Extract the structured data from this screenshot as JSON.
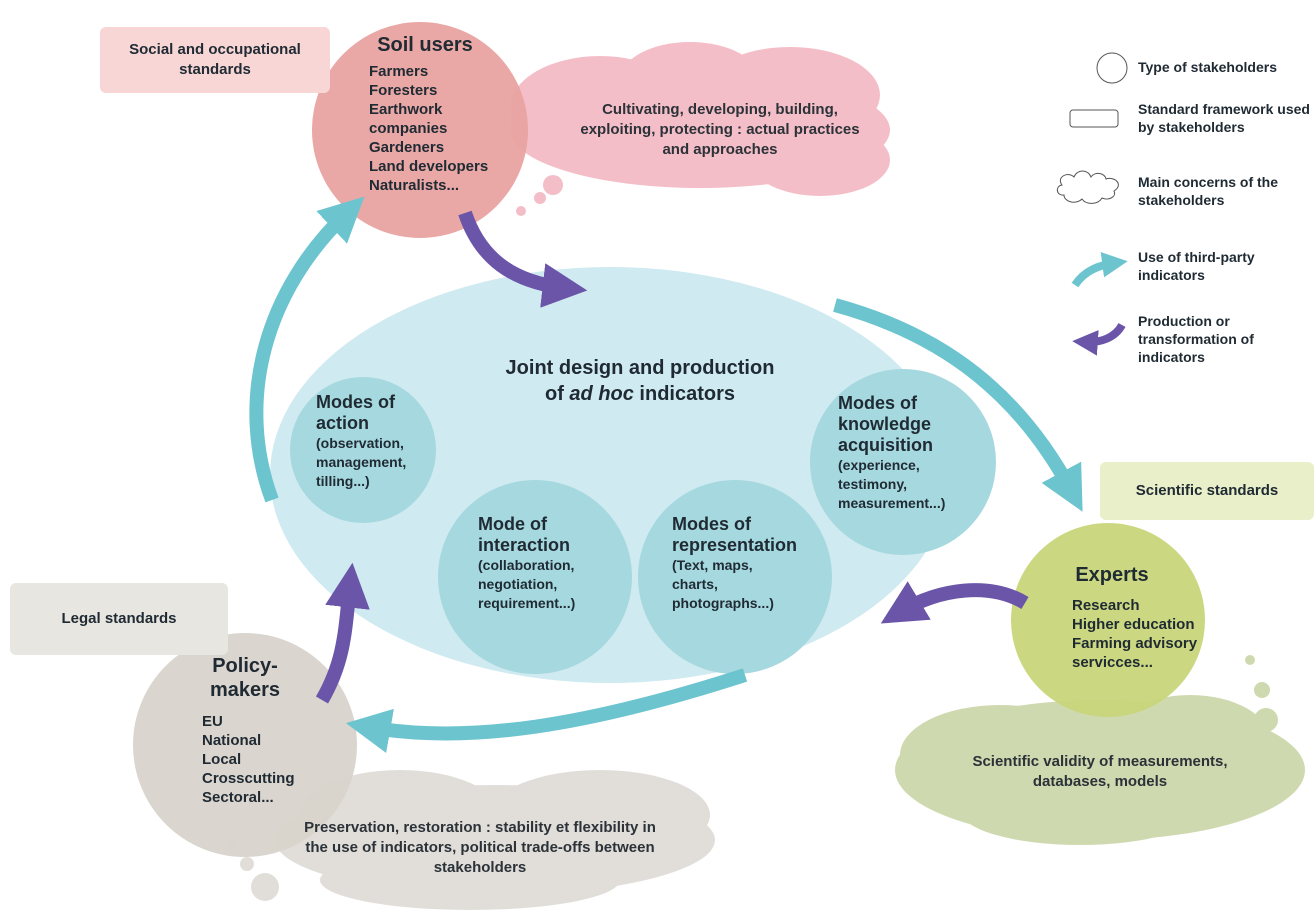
{
  "soil_users": {
    "title": "Soil users",
    "items": [
      "Farmers",
      "Foresters",
      "Earthwork",
      "companies",
      "Gardeners",
      "Land developers",
      "Naturalists..."
    ]
  },
  "social_standards": {
    "label": "Social and occupational standards"
  },
  "soil_users_concern": {
    "text": "Cultivating, developing, building, exploiting, protecting : actual practices and approaches"
  },
  "center": {
    "title_line1": "Joint design and production",
    "title_of": "of ",
    "title_italic": "ad hoc",
    "title_end": " indicators"
  },
  "modes": {
    "action": {
      "title": "Modes of action",
      "desc": "(observation, management, tilling...)"
    },
    "interaction": {
      "title": "Mode of interaction",
      "desc": "(collaboration, negotiation, requirement...)"
    },
    "representation": {
      "title": "Modes of representation",
      "desc": "(Text, maps, charts, photographs...)"
    },
    "knowledge": {
      "title": "Modes of knowledge acquisition",
      "desc": "(experience, testimony, measurement...)"
    }
  },
  "experts": {
    "title": "Experts",
    "items": [
      "Research",
      "Higher education",
      "Farming advisory",
      "servicces..."
    ]
  },
  "scientific_standards": {
    "label": "Scientific standards"
  },
  "experts_concern": {
    "text": "Scientific validity of measurements, databases, models"
  },
  "policy": {
    "title_line1": "Policy-",
    "title_line2": "makers",
    "items": [
      "EU",
      "National",
      "Local",
      "Crosscutting",
      "Sectoral..."
    ]
  },
  "legal_standards": {
    "label": "Legal standards"
  },
  "policy_concern": {
    "text": "Preservation, restoration : stability et flexibility in the use of indicators, political trade-offs between stakeholders"
  },
  "legend": {
    "stakeholders": "Type of stakeholders",
    "framework": "Standard framework used by stakeholders",
    "concerns": "Main concerns of the stakeholders",
    "third_party": "Use of third-party indicators",
    "production": "Production or transformation of indicators"
  },
  "colors": {
    "soil_users_fill": "#e8a3a1",
    "social_box": "#f8d6d6",
    "soil_cloud": "#f3b3bf",
    "center_ellipse": "#cfeaf0",
    "mode_circle": "#a6d8df",
    "experts_fill": "#c8d67a",
    "scientific_box": "#e9efc9",
    "experts_cloud": "#c7d3a2",
    "policy_fill": "#d8d3cb",
    "legal_box": "#e8e6e1",
    "policy_cloud": "#dedbd6",
    "teal_arrow": "#6cc4cf",
    "purple_arrow": "#6a55a8"
  }
}
